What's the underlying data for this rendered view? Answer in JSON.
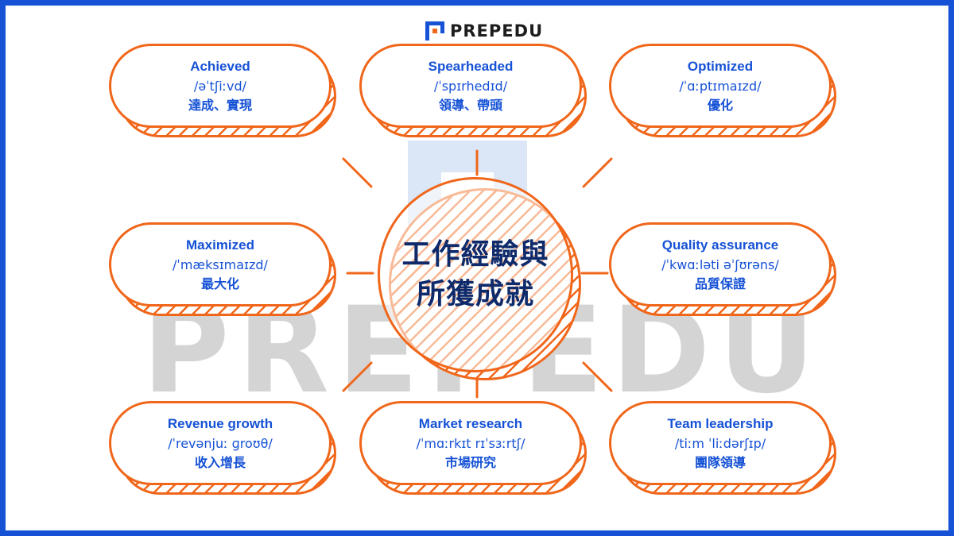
{
  "brand": {
    "logo_text": "PREPEDU",
    "watermark_text": "PREPEDU"
  },
  "colors": {
    "border": "#1652d6",
    "accent": "#f0661a",
    "text": "#1652d6",
    "center_text": "#0e2a6b",
    "watermark": "#d4d4d4"
  },
  "center": {
    "line1": "工作經驗與",
    "line2": "所獲成就"
  },
  "nodes": [
    {
      "title": "Achieved",
      "ipa": "/əˈtʃiːvd/",
      "zh": "達成、實現"
    },
    {
      "title": "Spearheaded",
      "ipa": "/ˈspɪrhedɪd/",
      "zh": "領導、帶頭"
    },
    {
      "title": "Optimized",
      "ipa": "/ˈɑːptɪmaɪzd/",
      "zh": "優化"
    },
    {
      "title": "Maximized",
      "ipa": "/ˈmæksɪmaɪzd/",
      "zh": "最大化"
    },
    {
      "title": "Quality assurance",
      "ipa": "/ˈkwɑːləti əˈʃʊrəns/",
      "zh": "品質保證"
    },
    {
      "title": "Revenue growth",
      "ipa": "/ˈrevənjuː ɡroʊθ/",
      "zh": "收入增長"
    },
    {
      "title": "Market research",
      "ipa": "/ˈmɑːrkɪt rɪˈsɜːrtʃ/",
      "zh": "市場研究"
    },
    {
      "title": "Team leadership",
      "ipa": "/tiːm ˈliːdərʃɪp/",
      "zh": "團隊領導"
    }
  ]
}
